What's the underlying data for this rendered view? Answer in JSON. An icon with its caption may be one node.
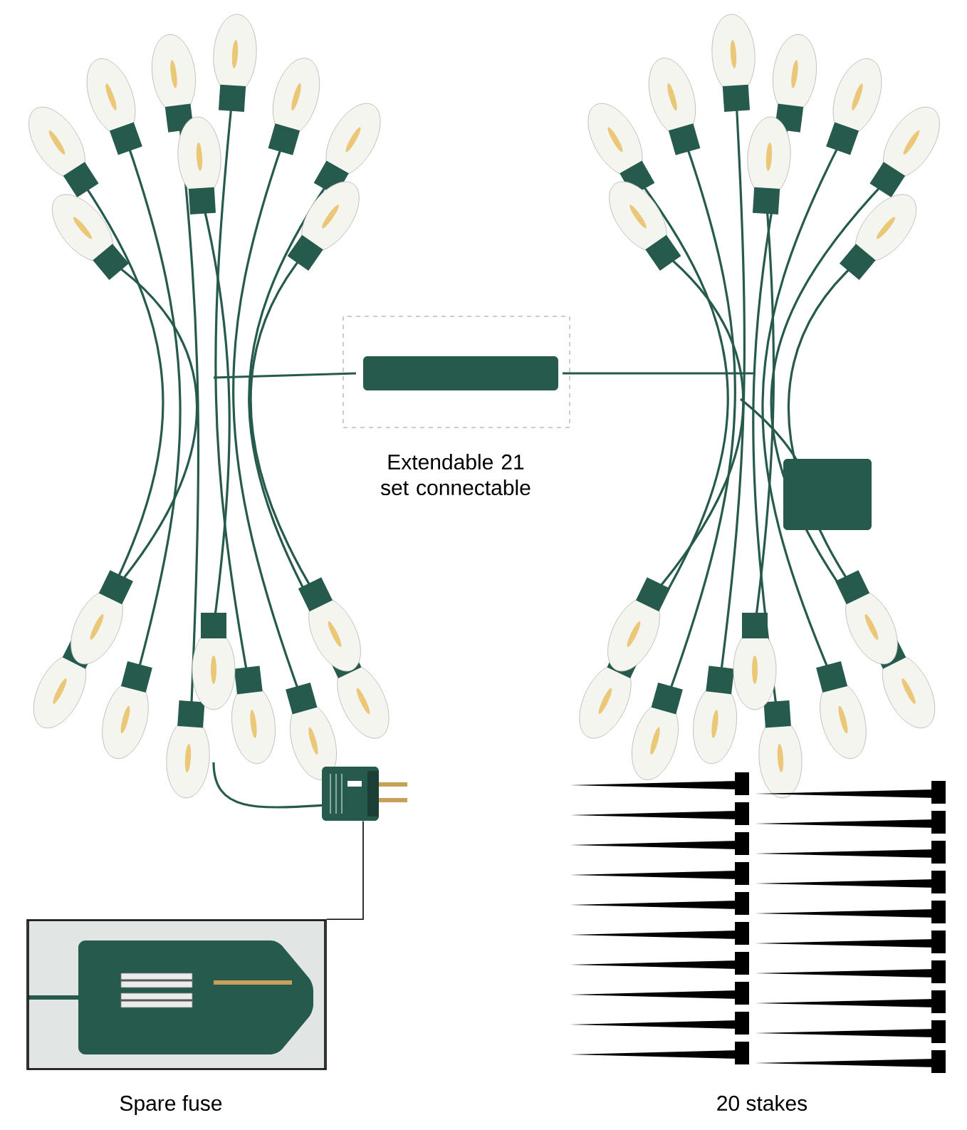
{
  "diagram": {
    "nodes": [
      {
        "text": [],
        "shape": "picture"
      },
      {
        "text": [],
        "shape": "picture",
        "beside": [
          "Spare fuse"
        ]
      }
    ],
    "edges": [
      {
        "from": 0,
        "to": 1,
        "arrow": "none"
      }
    ],
    "labels": [
      "Extendable 21 set connectable",
      "20 stakes"
    ]
  }
}
